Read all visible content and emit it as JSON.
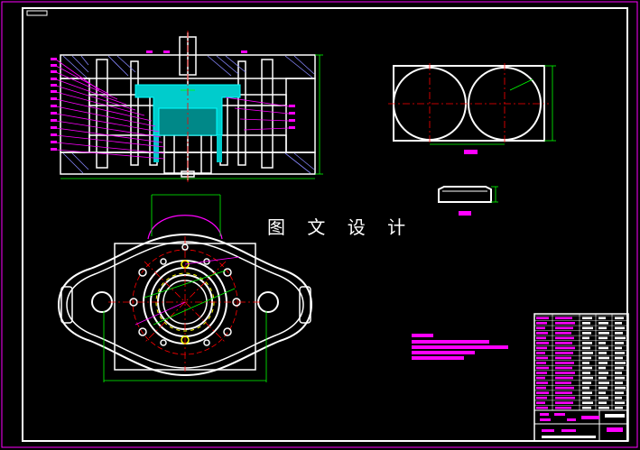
{
  "watermark": "图 文 设 计",
  "colors": {
    "background": "#000000",
    "sheet_border": "#ff00ff",
    "geometry": "#ffffff",
    "centerline": "#ff0000",
    "dimension": "#00ff00",
    "part_fill": "#00ffff",
    "note_text": "#ff00ff",
    "hatch": "#00ffff",
    "leader": "#ff00ff"
  },
  "drawing": {
    "views": [
      "mold-assembly-section",
      "mold-plan-view",
      "part-top-view",
      "part-side-view"
    ],
    "balloon_count": 20,
    "note_line_count": 5,
    "title_block_rows": 19
  }
}
